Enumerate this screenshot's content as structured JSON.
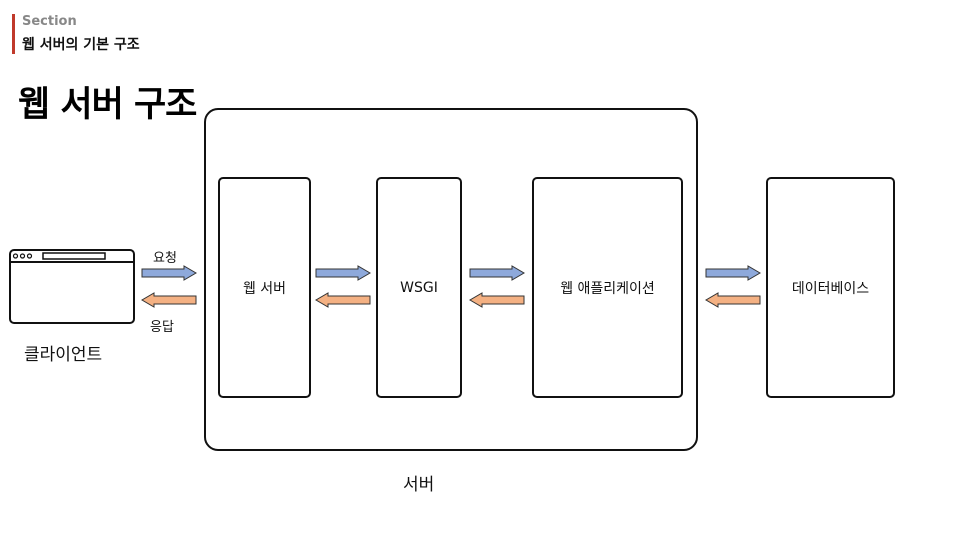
{
  "header": {
    "section_label": "Section",
    "section_title": "웹 서버의 기본 구조"
  },
  "title": "웹 서버 구조",
  "diagram": {
    "client_label": "클라이언트",
    "request_label": "요청",
    "response_label": "응답",
    "server_label": "서버",
    "web_server": "웹 서버",
    "wsgi": "WSGI",
    "web_application": "웹 애플리케이션",
    "database": "데이터베이스"
  },
  "colors": {
    "request_arrow": "#8ea9db",
    "response_arrow": "#f4b183",
    "accent": "#c0392b"
  }
}
